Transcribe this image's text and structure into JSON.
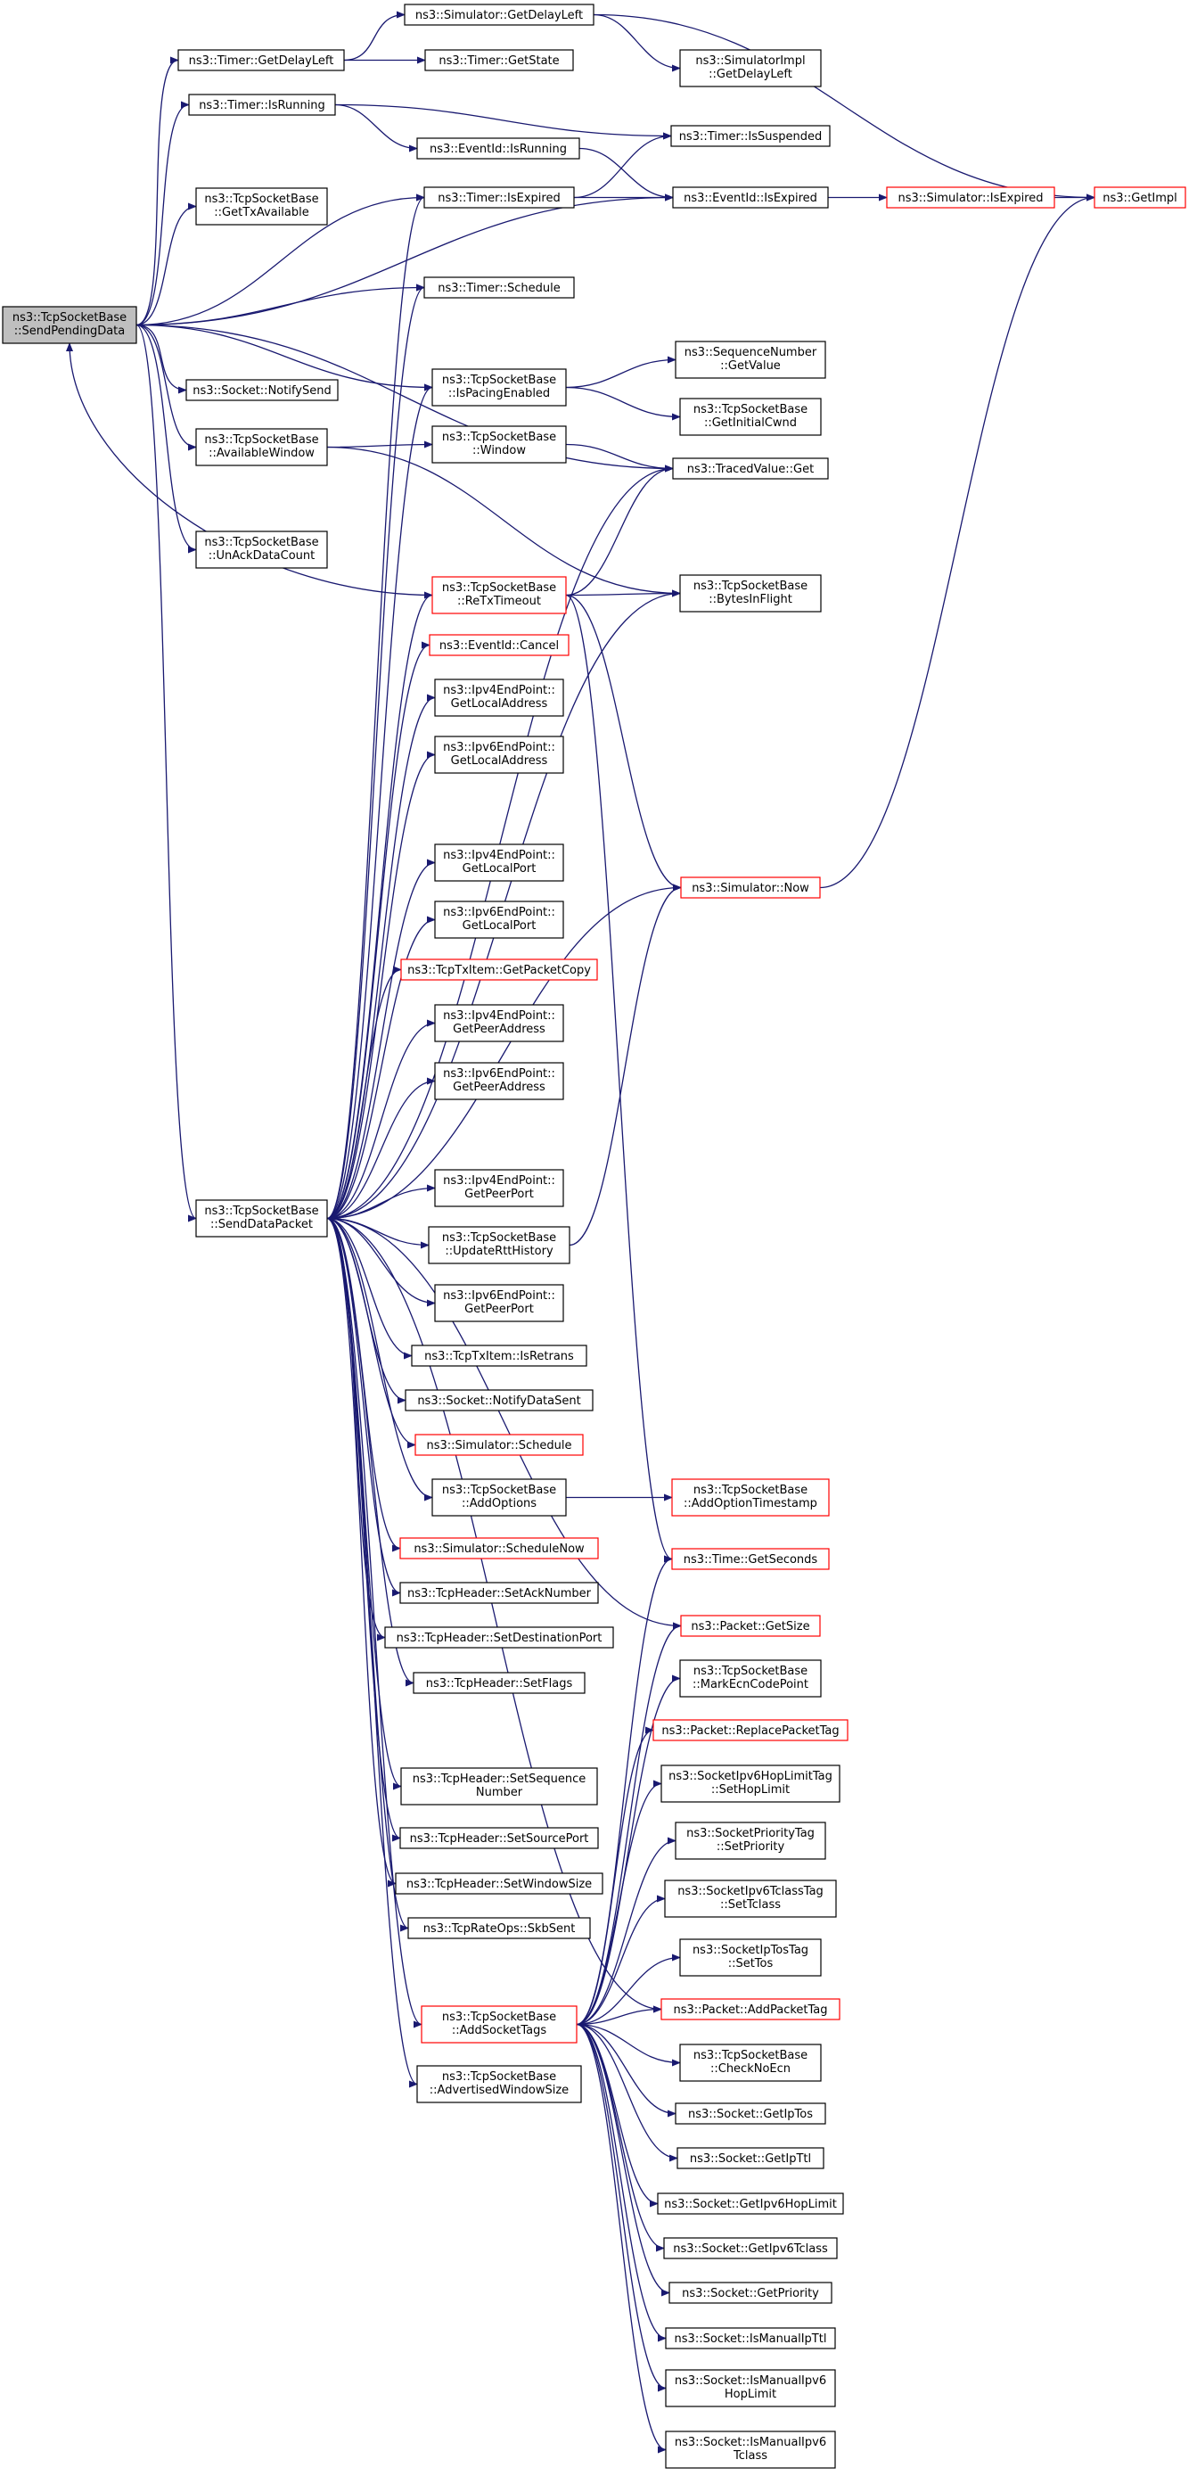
{
  "colors": {
    "edge": "#191970",
    "box_border": "#000000",
    "truncated_border": "#ff0000",
    "root_fill": "#bfbfbf",
    "background": "#ffffff"
  },
  "nodes": [
    {
      "id": "sendPendingData",
      "lines": [
        "ns3::TcpSocketBase",
        "::SendPendingData"
      ],
      "style": "root"
    },
    {
      "id": "timerGetDelayLeft",
      "lines": [
        "ns3::Timer::GetDelayLeft"
      ],
      "style": "normal"
    },
    {
      "id": "timerIsRunning",
      "lines": [
        "ns3::Timer::IsRunning"
      ],
      "style": "normal"
    },
    {
      "id": "getTxAvailable",
      "lines": [
        "ns3::TcpSocketBase",
        "::GetTxAvailable"
      ],
      "style": "normal"
    },
    {
      "id": "notifySend",
      "lines": [
        "ns3::Socket::NotifySend"
      ],
      "style": "normal"
    },
    {
      "id": "availableWindow",
      "lines": [
        "ns3::TcpSocketBase",
        "::AvailableWindow"
      ],
      "style": "normal"
    },
    {
      "id": "unAckDataCount",
      "lines": [
        "ns3::TcpSocketBase",
        "::UnAckDataCount"
      ],
      "style": "normal"
    },
    {
      "id": "sendDataPacket",
      "lines": [
        "ns3::TcpSocketBase",
        "::SendDataPacket"
      ],
      "style": "normal"
    },
    {
      "id": "simGetDelayLeft",
      "lines": [
        "ns3::Simulator::GetDelayLeft"
      ],
      "style": "normal"
    },
    {
      "id": "timerGetState",
      "lines": [
        "ns3::Timer::GetState"
      ],
      "style": "normal"
    },
    {
      "id": "eventIdIsRunning",
      "lines": [
        "ns3::EventId::IsRunning"
      ],
      "style": "normal"
    },
    {
      "id": "timerIsExpired",
      "lines": [
        "ns3::Timer::IsExpired"
      ],
      "style": "normal"
    },
    {
      "id": "timerSchedule",
      "lines": [
        "ns3::Timer::Schedule"
      ],
      "style": "normal"
    },
    {
      "id": "isPacingEnabled",
      "lines": [
        "ns3::TcpSocketBase",
        "::IsPacingEnabled"
      ],
      "style": "normal"
    },
    {
      "id": "window",
      "lines": [
        "ns3::TcpSocketBase",
        "::Window"
      ],
      "style": "normal"
    },
    {
      "id": "reTxTimeout",
      "lines": [
        "ns3::TcpSocketBase",
        "::ReTxTimeout"
      ],
      "style": "truncated"
    },
    {
      "id": "eventIdCancel",
      "lines": [
        "ns3::EventId::Cancel"
      ],
      "style": "truncated"
    },
    {
      "id": "ipv4GetLocalAddress",
      "lines": [
        "ns3::Ipv4EndPoint::",
        "GetLocalAddress"
      ],
      "style": "normal"
    },
    {
      "id": "ipv6GetLocalAddress",
      "lines": [
        "ns3::Ipv6EndPoint::",
        "GetLocalAddress"
      ],
      "style": "normal"
    },
    {
      "id": "ipv4GetLocalPort",
      "lines": [
        "ns3::Ipv4EndPoint::",
        "GetLocalPort"
      ],
      "style": "normal"
    },
    {
      "id": "ipv6GetLocalPort",
      "lines": [
        "ns3::Ipv6EndPoint::",
        "GetLocalPort"
      ],
      "style": "normal"
    },
    {
      "id": "getPacketCopy",
      "lines": [
        "ns3::TcpTxItem::GetPacketCopy"
      ],
      "style": "truncated"
    },
    {
      "id": "ipv4GetPeerAddress",
      "lines": [
        "ns3::Ipv4EndPoint::",
        "GetPeerAddress"
      ],
      "style": "normal"
    },
    {
      "id": "ipv6GetPeerAddress",
      "lines": [
        "ns3::Ipv6EndPoint::",
        "GetPeerAddress"
      ],
      "style": "normal"
    },
    {
      "id": "ipv4GetPeerPort",
      "lines": [
        "ns3::Ipv4EndPoint::",
        "GetPeerPort"
      ],
      "style": "normal"
    },
    {
      "id": "updateRttHistory",
      "lines": [
        "ns3::TcpSocketBase",
        "::UpdateRttHistory"
      ],
      "style": "normal"
    },
    {
      "id": "ipv6GetPeerPort",
      "lines": [
        "ns3::Ipv6EndPoint::",
        "GetPeerPort"
      ],
      "style": "normal"
    },
    {
      "id": "isRetrans",
      "lines": [
        "ns3::TcpTxItem::IsRetrans"
      ],
      "style": "normal"
    },
    {
      "id": "notifyDataSent",
      "lines": [
        "ns3::Socket::NotifyDataSent"
      ],
      "style": "normal"
    },
    {
      "id": "simSchedule",
      "lines": [
        "ns3::Simulator::Schedule"
      ],
      "style": "truncated"
    },
    {
      "id": "addOptions",
      "lines": [
        "ns3::TcpSocketBase",
        "::AddOptions"
      ],
      "style": "normal"
    },
    {
      "id": "scheduleNow",
      "lines": [
        "ns3::Simulator::ScheduleNow"
      ],
      "style": "truncated"
    },
    {
      "id": "setAckNumber",
      "lines": [
        "ns3::TcpHeader::SetAckNumber"
      ],
      "style": "normal"
    },
    {
      "id": "setDestinationPort",
      "lines": [
        "ns3::TcpHeader::SetDestinationPort"
      ],
      "style": "normal"
    },
    {
      "id": "setFlags",
      "lines": [
        "ns3::TcpHeader::SetFlags"
      ],
      "style": "normal"
    },
    {
      "id": "setSequenceNumber",
      "lines": [
        "ns3::TcpHeader::SetSequence",
        "Number"
      ],
      "style": "normal"
    },
    {
      "id": "setSourcePort",
      "lines": [
        "ns3::TcpHeader::SetSourcePort"
      ],
      "style": "normal"
    },
    {
      "id": "setWindowSize",
      "lines": [
        "ns3::TcpHeader::SetWindowSize"
      ],
      "style": "normal"
    },
    {
      "id": "skbSent",
      "lines": [
        "ns3::TcpRateOps::SkbSent"
      ],
      "style": "normal"
    },
    {
      "id": "addSocketTags",
      "lines": [
        "ns3::TcpSocketBase",
        "::AddSocketTags"
      ],
      "style": "truncated"
    },
    {
      "id": "advertisedWindowSize",
      "lines": [
        "ns3::TcpSocketBase",
        "::AdvertisedWindowSize"
      ],
      "style": "normal"
    },
    {
      "id": "simImplGetDelayLeft",
      "lines": [
        "ns3::SimulatorImpl",
        "::GetDelayLeft"
      ],
      "style": "normal"
    },
    {
      "id": "timerIsSuspended",
      "lines": [
        "ns3::Timer::IsSuspended"
      ],
      "style": "normal"
    },
    {
      "id": "eventIdIsExpired",
      "lines": [
        "ns3::EventId::IsExpired"
      ],
      "style": "normal"
    },
    {
      "id": "seqGetValue",
      "lines": [
        "ns3::SequenceNumber",
        "::GetValue"
      ],
      "style": "normal"
    },
    {
      "id": "getInitialCwnd",
      "lines": [
        "ns3::TcpSocketBase",
        "::GetInitialCwnd"
      ],
      "style": "normal"
    },
    {
      "id": "tracedValueGet",
      "lines": [
        "ns3::TracedValue::Get"
      ],
      "style": "normal"
    },
    {
      "id": "bytesInFlight",
      "lines": [
        "ns3::TcpSocketBase",
        "::BytesInFlight"
      ],
      "style": "normal"
    },
    {
      "id": "simNow",
      "lines": [
        "ns3::Simulator::Now"
      ],
      "style": "truncated"
    },
    {
      "id": "addOptionTimestamp",
      "lines": [
        "ns3::TcpSocketBase",
        "::AddOptionTimestamp"
      ],
      "style": "truncated"
    },
    {
      "id": "timeGetSeconds",
      "lines": [
        "ns3::Time::GetSeconds"
      ],
      "style": "truncated"
    },
    {
      "id": "packetGetSize",
      "lines": [
        "ns3::Packet::GetSize"
      ],
      "style": "truncated"
    },
    {
      "id": "markEcnCodePoint",
      "lines": [
        "ns3::TcpSocketBase",
        "::MarkEcnCodePoint"
      ],
      "style": "normal"
    },
    {
      "id": "replacePacketTag",
      "lines": [
        "ns3::Packet::ReplacePacketTag"
      ],
      "style": "truncated"
    },
    {
      "id": "setHopLimit",
      "lines": [
        "ns3::SocketIpv6HopLimitTag",
        "::SetHopLimit"
      ],
      "style": "normal"
    },
    {
      "id": "setPriority",
      "lines": [
        "ns3::SocketPriorityTag",
        "::SetPriority"
      ],
      "style": "normal"
    },
    {
      "id": "setTclass",
      "lines": [
        "ns3::SocketIpv6TclassTag",
        "::SetTclass"
      ],
      "style": "normal"
    },
    {
      "id": "setTos",
      "lines": [
        "ns3::SocketIpTosTag",
        "::SetTos"
      ],
      "style": "normal"
    },
    {
      "id": "addPacketTag",
      "lines": [
        "ns3::Packet::AddPacketTag"
      ],
      "style": "truncated"
    },
    {
      "id": "checkNoEcn",
      "lines": [
        "ns3::TcpSocketBase",
        "::CheckNoEcn"
      ],
      "style": "normal"
    },
    {
      "id": "getIpTos",
      "lines": [
        "ns3::Socket::GetIpTos"
      ],
      "style": "normal"
    },
    {
      "id": "getIpTtl",
      "lines": [
        "ns3::Socket::GetIpTtl"
      ],
      "style": "normal"
    },
    {
      "id": "getIpv6HopLimit",
      "lines": [
        "ns3::Socket::GetIpv6HopLimit"
      ],
      "style": "normal"
    },
    {
      "id": "getIpv6Tclass",
      "lines": [
        "ns3::Socket::GetIpv6Tclass"
      ],
      "style": "normal"
    },
    {
      "id": "getPriority",
      "lines": [
        "ns3::Socket::GetPriority"
      ],
      "style": "normal"
    },
    {
      "id": "isManualIpTtl",
      "lines": [
        "ns3::Socket::IsManualIpTtl"
      ],
      "style": "normal"
    },
    {
      "id": "isManualIpv6HopLimit",
      "lines": [
        "ns3::Socket::IsManualIpv6",
        "HopLimit"
      ],
      "style": "normal"
    },
    {
      "id": "isManualIpv6Tclass",
      "lines": [
        "ns3::Socket::IsManualIpv6",
        "Tclass"
      ],
      "style": "normal"
    },
    {
      "id": "simIsExpired",
      "lines": [
        "ns3::Simulator::IsExpired"
      ],
      "style": "truncated"
    },
    {
      "id": "getImpl",
      "lines": [
        "ns3::GetImpl"
      ],
      "style": "truncated"
    }
  ],
  "edges": [
    [
      "sendPendingData",
      "timerGetDelayLeft"
    ],
    [
      "sendPendingData",
      "timerIsRunning"
    ],
    [
      "sendPendingData",
      "timerIsExpired"
    ],
    [
      "sendPendingData",
      "getTxAvailable"
    ],
    [
      "sendPendingData",
      "eventIdIsExpired"
    ],
    [
      "sendPendingData",
      "timerSchedule"
    ],
    [
      "sendPendingData",
      "notifySend"
    ],
    [
      "sendPendingData",
      "isPacingEnabled"
    ],
    [
      "sendPendingData",
      "availableWindow"
    ],
    [
      "sendPendingData",
      "tracedValueGet"
    ],
    [
      "sendPendingData",
      "unAckDataCount"
    ],
    [
      "sendPendingData",
      "sendDataPacket"
    ],
    [
      "timerGetDelayLeft",
      "simGetDelayLeft"
    ],
    [
      "timerGetDelayLeft",
      "timerGetState"
    ],
    [
      "simGetDelayLeft",
      "simImplGetDelayLeft"
    ],
    [
      "simGetDelayLeft",
      "getImpl"
    ],
    [
      "timerIsRunning",
      "timerIsSuspended"
    ],
    [
      "timerIsRunning",
      "eventIdIsRunning"
    ],
    [
      "eventIdIsRunning",
      "eventIdIsExpired"
    ],
    [
      "timerIsExpired",
      "timerIsSuspended"
    ],
    [
      "timerIsExpired",
      "eventIdIsExpired"
    ],
    [
      "eventIdIsExpired",
      "simIsExpired"
    ],
    [
      "simIsExpired",
      "getImpl"
    ],
    [
      "isPacingEnabled",
      "seqGetValue"
    ],
    [
      "isPacingEnabled",
      "getInitialCwnd"
    ],
    [
      "availableWindow",
      "window"
    ],
    [
      "availableWindow",
      "bytesInFlight"
    ],
    [
      "window",
      "tracedValueGet"
    ],
    [
      "reTxTimeout",
      "sendPendingData"
    ],
    [
      "reTxTimeout",
      "tracedValueGet"
    ],
    [
      "reTxTimeout",
      "bytesInFlight"
    ],
    [
      "reTxTimeout",
      "simNow"
    ],
    [
      "reTxTimeout",
      "timeGetSeconds"
    ],
    [
      "simNow",
      "getImpl"
    ],
    [
      "updateRttHistory",
      "simNow"
    ],
    [
      "addOptions",
      "addOptionTimestamp"
    ],
    [
      "sendDataPacket",
      "timerIsExpired"
    ],
    [
      "sendDataPacket",
      "timerSchedule"
    ],
    [
      "sendDataPacket",
      "isPacingEnabled"
    ],
    [
      "sendDataPacket",
      "tracedValueGet"
    ],
    [
      "sendDataPacket",
      "reTxTimeout"
    ],
    [
      "sendDataPacket",
      "bytesInFlight"
    ],
    [
      "sendDataPacket",
      "eventIdCancel"
    ],
    [
      "sendDataPacket",
      "ipv4GetLocalAddress"
    ],
    [
      "sendDataPacket",
      "ipv6GetLocalAddress"
    ],
    [
      "sendDataPacket",
      "ipv4GetLocalPort"
    ],
    [
      "sendDataPacket",
      "ipv6GetLocalPort"
    ],
    [
      "sendDataPacket",
      "getPacketCopy"
    ],
    [
      "sendDataPacket",
      "ipv4GetPeerAddress"
    ],
    [
      "sendDataPacket",
      "ipv6GetPeerAddress"
    ],
    [
      "sendDataPacket",
      "simNow"
    ],
    [
      "sendDataPacket",
      "ipv4GetPeerPort"
    ],
    [
      "sendDataPacket",
      "updateRttHistory"
    ],
    [
      "sendDataPacket",
      "ipv6GetPeerPort"
    ],
    [
      "sendDataPacket",
      "isRetrans"
    ],
    [
      "sendDataPacket",
      "notifyDataSent"
    ],
    [
      "sendDataPacket",
      "simSchedule"
    ],
    [
      "sendDataPacket",
      "addOptions"
    ],
    [
      "sendDataPacket",
      "scheduleNow"
    ],
    [
      "sendDataPacket",
      "setAckNumber"
    ],
    [
      "sendDataPacket",
      "setDestinationPort"
    ],
    [
      "sendDataPacket",
      "setFlags"
    ],
    [
      "sendDataPacket",
      "packetGetSize"
    ],
    [
      "sendDataPacket",
      "setSequenceNumber"
    ],
    [
      "sendDataPacket",
      "setSourcePort"
    ],
    [
      "sendDataPacket",
      "setWindowSize"
    ],
    [
      "sendDataPacket",
      "skbSent"
    ],
    [
      "sendDataPacket",
      "addPacketTag"
    ],
    [
      "sendDataPacket",
      "addSocketTags"
    ],
    [
      "sendDataPacket",
      "advertisedWindowSize"
    ],
    [
      "addSocketTags",
      "timeGetSeconds"
    ],
    [
      "addSocketTags",
      "packetGetSize"
    ],
    [
      "addSocketTags",
      "markEcnCodePoint"
    ],
    [
      "addSocketTags",
      "replacePacketTag"
    ],
    [
      "addSocketTags",
      "setHopLimit"
    ],
    [
      "addSocketTags",
      "setPriority"
    ],
    [
      "addSocketTags",
      "setTclass"
    ],
    [
      "addSocketTags",
      "setTos"
    ],
    [
      "addSocketTags",
      "addPacketTag"
    ],
    [
      "addSocketTags",
      "checkNoEcn"
    ],
    [
      "addSocketTags",
      "getIpTos"
    ],
    [
      "addSocketTags",
      "getIpTtl"
    ],
    [
      "addSocketTags",
      "getIpv6HopLimit"
    ],
    [
      "addSocketTags",
      "getIpv6Tclass"
    ],
    [
      "addSocketTags",
      "getPriority"
    ],
    [
      "addSocketTags",
      "isManualIpTtl"
    ],
    [
      "addSocketTags",
      "isManualIpv6HopLimit"
    ],
    [
      "addSocketTags",
      "isManualIpv6Tclass"
    ]
  ]
}
